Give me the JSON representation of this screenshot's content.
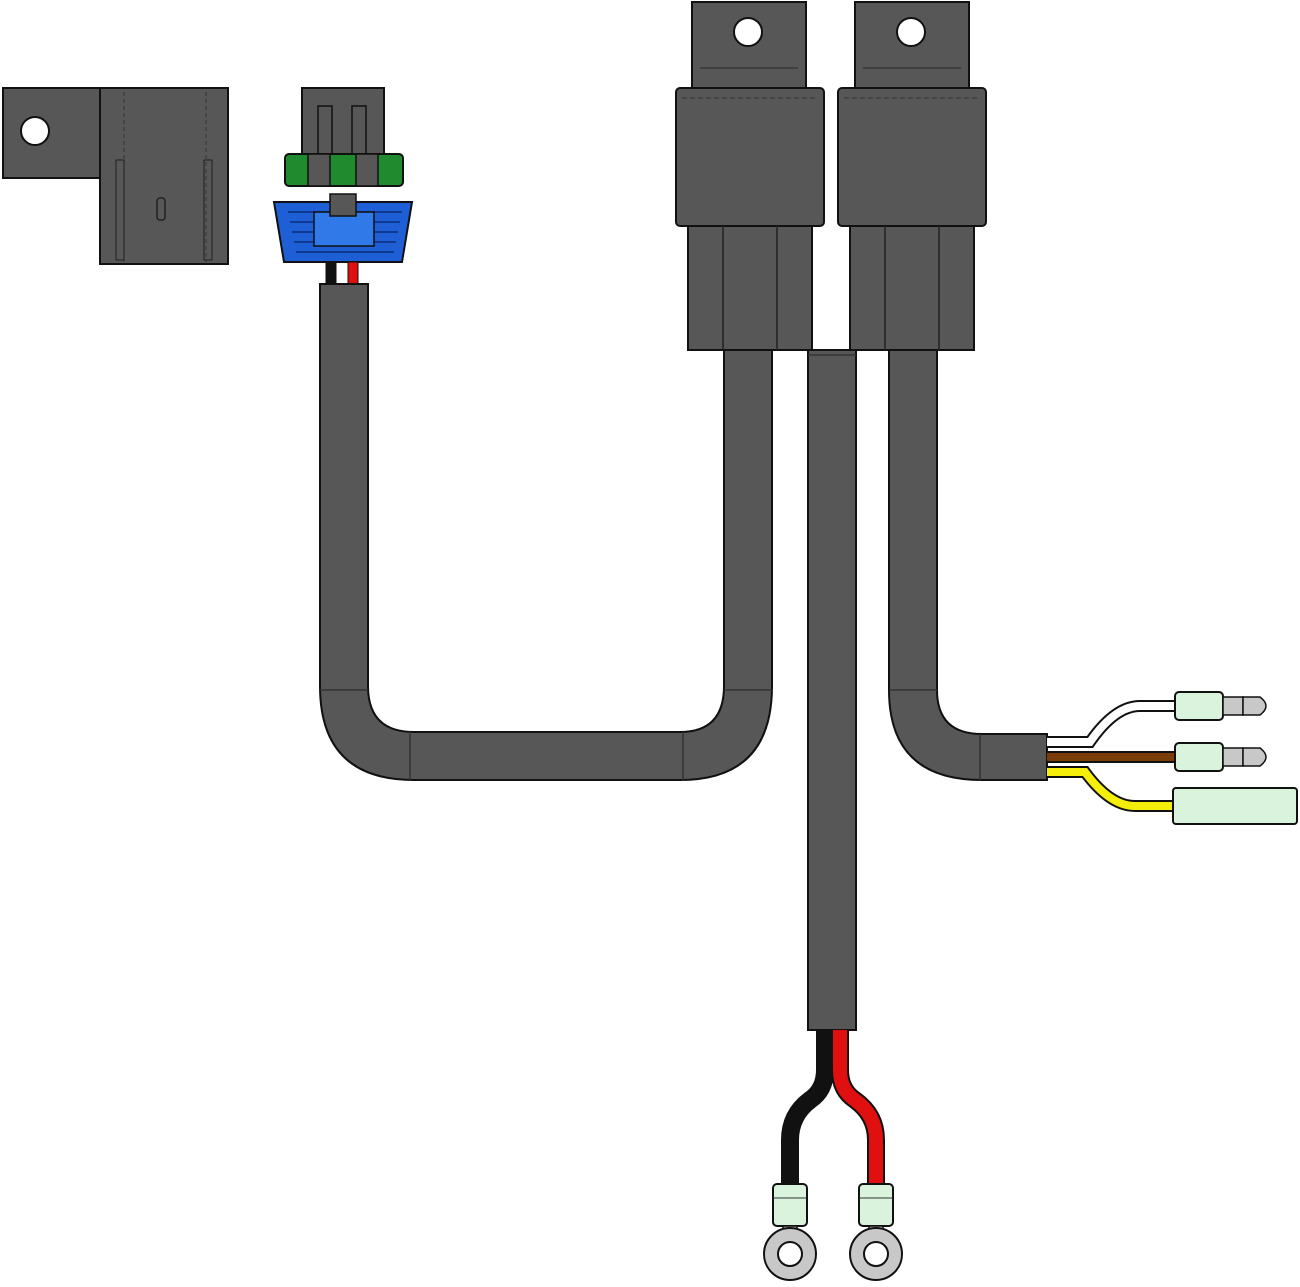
{
  "image": {
    "title": "",
    "description_text": ""
  },
  "colors": {
    "sheath": "#575757",
    "sheath_outline": "#111111",
    "sheath_joint": "#444444",
    "background": "#ffffff",
    "connector_green": "#1f8a2e",
    "connector_blue": "#1e5fd6",
    "wire_black": "#111111",
    "wire_red": "#e01010",
    "wire_white": "#ffffff",
    "wire_brown": "#7a3d0a",
    "wire_yellow": "#f4ee0a",
    "terminal_sleeve": "#d9f3dc",
    "ring_metal": "#c8c8c8"
  },
  "components": {
    "fuse_holder": "fuse-holder",
    "switch_connector": "switch-connector",
    "relay_1": "relay",
    "relay_2": "relay",
    "power_lead": "power-lead",
    "light_lead": "light-output-lead"
  },
  "wires": {
    "switch_connector": [
      "black",
      "red"
    ],
    "power_lead": [
      "black",
      "red"
    ],
    "light_lead": [
      "white",
      "brown",
      "yellow"
    ]
  },
  "terminals": {
    "power": [
      "ring-terminal",
      "ring-terminal"
    ],
    "light": [
      "bullet-terminal",
      "bullet-terminal",
      "spade-terminal"
    ]
  }
}
